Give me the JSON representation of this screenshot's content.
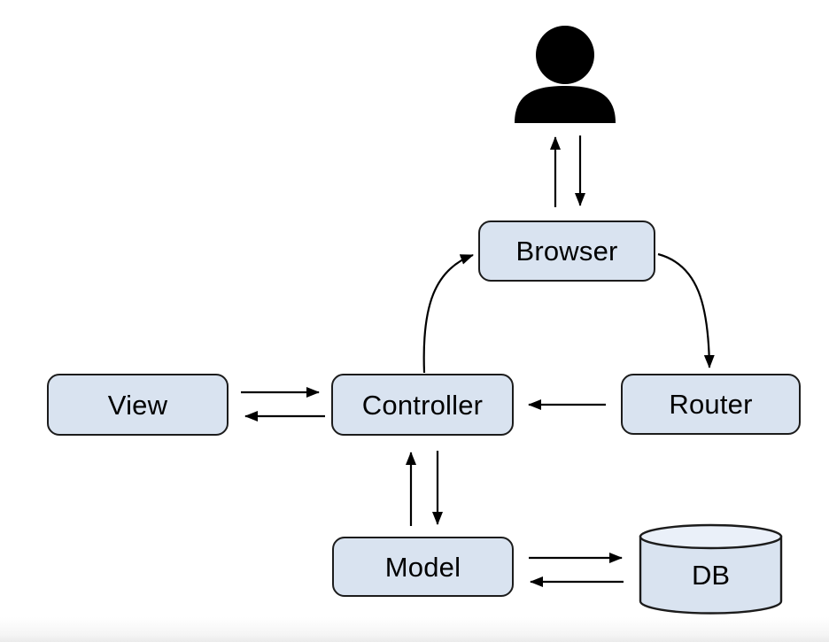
{
  "diagram": {
    "type": "architecture-flow",
    "subject": "MVC web request flow",
    "nodes": {
      "user": {
        "shape": "icon",
        "icon": "user-icon"
      },
      "browser": {
        "label": "Browser",
        "shape": "rounded-rect"
      },
      "router": {
        "label": "Router",
        "shape": "rounded-rect"
      },
      "controller": {
        "label": "Controller",
        "shape": "rounded-rect"
      },
      "view": {
        "label": "View",
        "shape": "rounded-rect"
      },
      "model": {
        "label": "Model",
        "shape": "rounded-rect"
      },
      "db": {
        "label": "DB",
        "shape": "cylinder"
      }
    },
    "edges": [
      {
        "from": "browser",
        "to": "user",
        "style": "straight-vertical"
      },
      {
        "from": "user",
        "to": "browser",
        "style": "straight-vertical"
      },
      {
        "from": "controller",
        "to": "browser",
        "style": "curved"
      },
      {
        "from": "browser",
        "to": "router",
        "style": "curved"
      },
      {
        "from": "router",
        "to": "controller",
        "style": "straight-horizontal"
      },
      {
        "from": "view",
        "to": "controller",
        "style": "straight-horizontal"
      },
      {
        "from": "controller",
        "to": "view",
        "style": "straight-horizontal"
      },
      {
        "from": "model",
        "to": "controller",
        "style": "straight-vertical"
      },
      {
        "from": "controller",
        "to": "model",
        "style": "straight-vertical"
      },
      {
        "from": "model",
        "to": "db",
        "style": "straight-horizontal"
      },
      {
        "from": "db",
        "to": "model",
        "style": "straight-horizontal"
      }
    ],
    "colors": {
      "background": "#ffffff",
      "node_fill": "#d9e3f0",
      "cylinder_top_fill": "#eaf0f9",
      "node_border": "#1c1c1c",
      "arrow": "#000000",
      "text": "#000000",
      "icon_fill": "#000000"
    }
  }
}
